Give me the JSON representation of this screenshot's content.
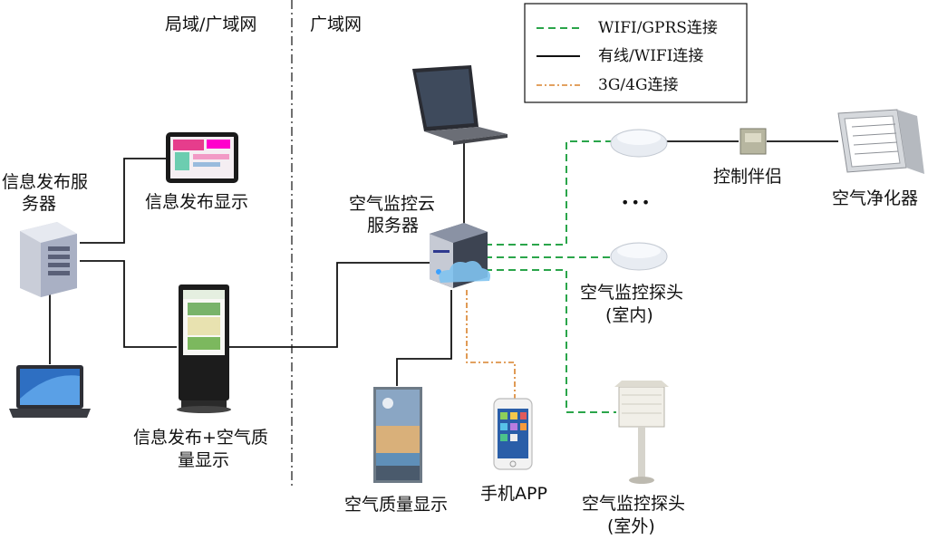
{
  "zones": {
    "left": "局域/广域网",
    "right": "广域网"
  },
  "legend": {
    "wifi_gprs": "WIFI/GPRS连接",
    "wired_wifi": "有线/WIFI连接",
    "g34": "3G/4G连接"
  },
  "labels": {
    "info_server_line1": "信息发布服",
    "info_server_line2": "务器",
    "info_display": "信息发布显示",
    "kiosk_line1": "信息发布+空气质",
    "kiosk_line2": "量显示",
    "cloud_line1": "空气监控云",
    "cloud_line2": "服务器",
    "air_display": "空气质量显示",
    "phone_app": "手机APP",
    "ctrl_partner": "控制伴侣",
    "purifier": "空气净化器",
    "ellipsis": "•••",
    "probe_in_line1": "空气监控探头",
    "probe_in_line2": "(室内)",
    "probe_out_line1": "空气监控探头",
    "probe_out_line2": "(室外)"
  },
  "colors": {
    "green_dash": "#2aa54a",
    "orange_dashdot": "#d9822b",
    "black": "#111111",
    "divider": "#222222"
  }
}
